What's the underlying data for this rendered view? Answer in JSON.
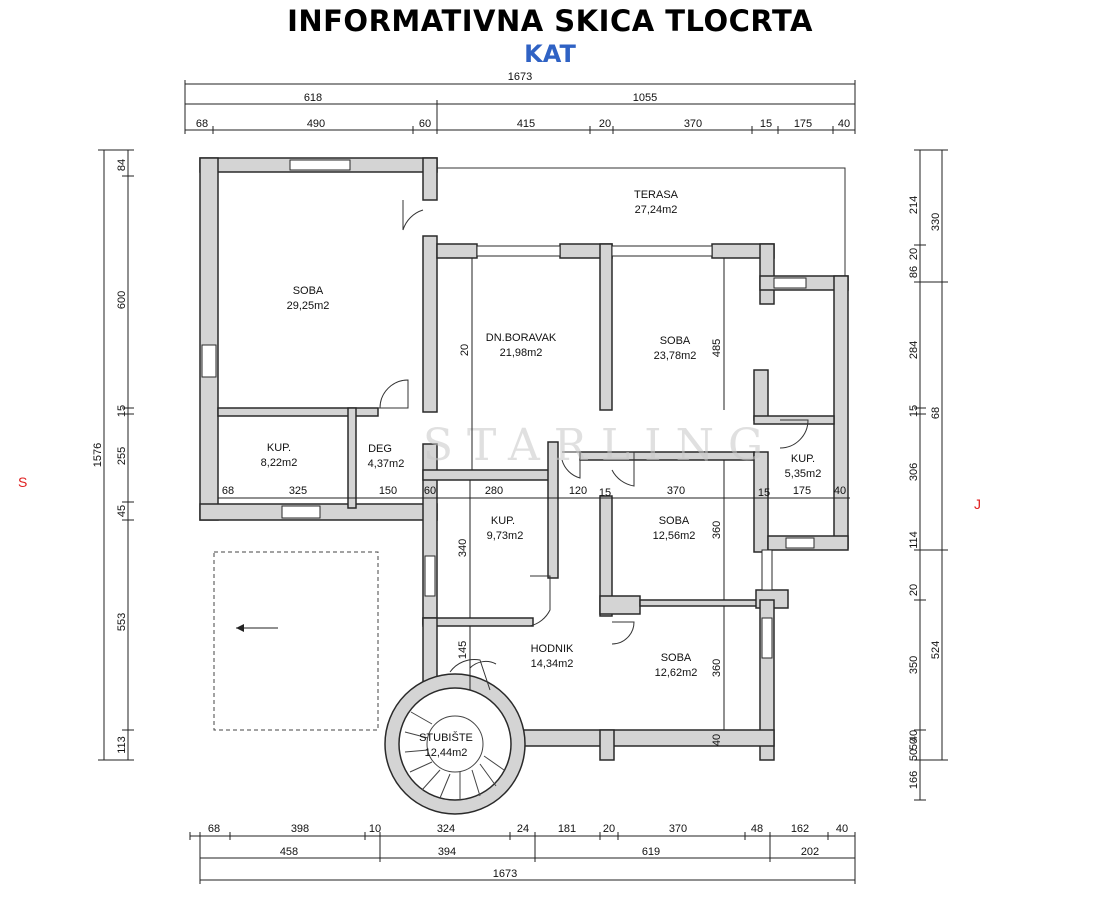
{
  "title": "INFORMATIVNA SKICA TLOCRTA",
  "subtitle": "KAT",
  "side_labels": {
    "left": "S",
    "right": "J"
  },
  "watermark": "STARLING",
  "colors": {
    "title": "#000000",
    "subtitle": "#2f62c4",
    "side_labels": "#e02020",
    "walls": "#d4d4d4"
  },
  "rooms": [
    {
      "name": "TERASA",
      "area": "27,24m2"
    },
    {
      "name": "SOBA",
      "area": "29,25m2"
    },
    {
      "name": "DN.BORAVAK",
      "area": "21,98m2"
    },
    {
      "name": "SOBA",
      "area": "23,78m2"
    },
    {
      "name": "KUP.",
      "area": "8,22m2"
    },
    {
      "name": "DEG",
      "area": "4,37m2"
    },
    {
      "name": "KUP.",
      "area": "5,35m2"
    },
    {
      "name": "KUP.",
      "area": "9,73m2"
    },
    {
      "name": "SOBA",
      "area": "12,56m2"
    },
    {
      "name": "HODNIK",
      "area": "14,34m2"
    },
    {
      "name": "SOBA",
      "area": "12,62m2"
    },
    {
      "name": "STUBIŠTE",
      "area": "12,44m2"
    }
  ],
  "dimensions": {
    "top_total": "1673",
    "top_row2": [
      "618",
      "1055"
    ],
    "top_row3": [
      "68",
      "490",
      "60",
      "415",
      "20",
      "370",
      "15",
      "175",
      "40"
    ],
    "bottom_row1": [
      "68",
      "398",
      "10",
      "324",
      "24",
      "181",
      "20",
      "370",
      "48",
      "162",
      "40"
    ],
    "bottom_row2": [
      "458",
      "394",
      "619",
      "202"
    ],
    "bottom_total": "1673",
    "left_outer": "1576",
    "left_inner": [
      "84",
      "600",
      "15",
      "255",
      "45",
      "553",
      "113"
    ],
    "right_inner": [
      "214",
      "20",
      "86",
      "284",
      "15",
      "306",
      "114",
      "20",
      "350",
      "166",
      "50",
      "50",
      "40"
    ],
    "right_outer": [
      "330",
      "68",
      "524"
    ],
    "interior": {
      "kup_left_row": [
        "68",
        "325",
        "150",
        "60",
        "280",
        "120",
        "15",
        "370",
        "15",
        "175",
        "40"
      ],
      "boravak_v": "20",
      "soba_v": "485",
      "kup_v": "340",
      "soba2_v": "360",
      "hodnik_v": "145",
      "soba3_v": "360",
      "soba3_v2": "40"
    }
  }
}
